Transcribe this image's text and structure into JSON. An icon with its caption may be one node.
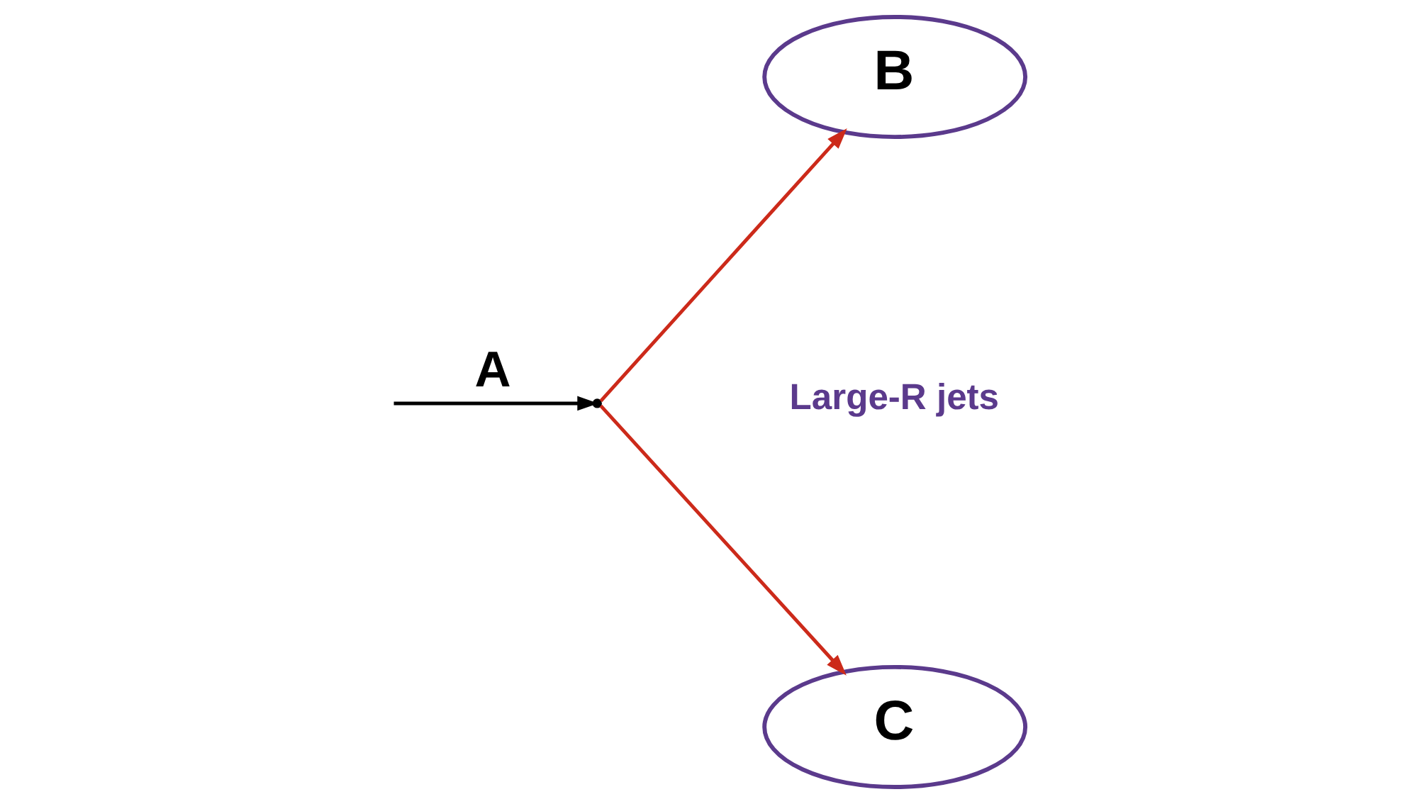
{
  "diagram": {
    "nodes": [
      {
        "text": [],
        "shape": "point"
      },
      {
        "text": [
          "B"
        ]
      },
      {
        "text": [
          "C"
        ]
      }
    ],
    "edges": [
      {
        "from": null,
        "to": 0,
        "arrow": "to",
        "label": "A",
        "color": "#000000"
      },
      {
        "from": 0,
        "to": 1,
        "arrow": "to",
        "color": "#cc2a1a"
      },
      {
        "from": 0,
        "to": 2,
        "arrow": "to",
        "color": "#cc2a1a"
      }
    ],
    "labels": [
      "Large-R jets"
    ]
  }
}
